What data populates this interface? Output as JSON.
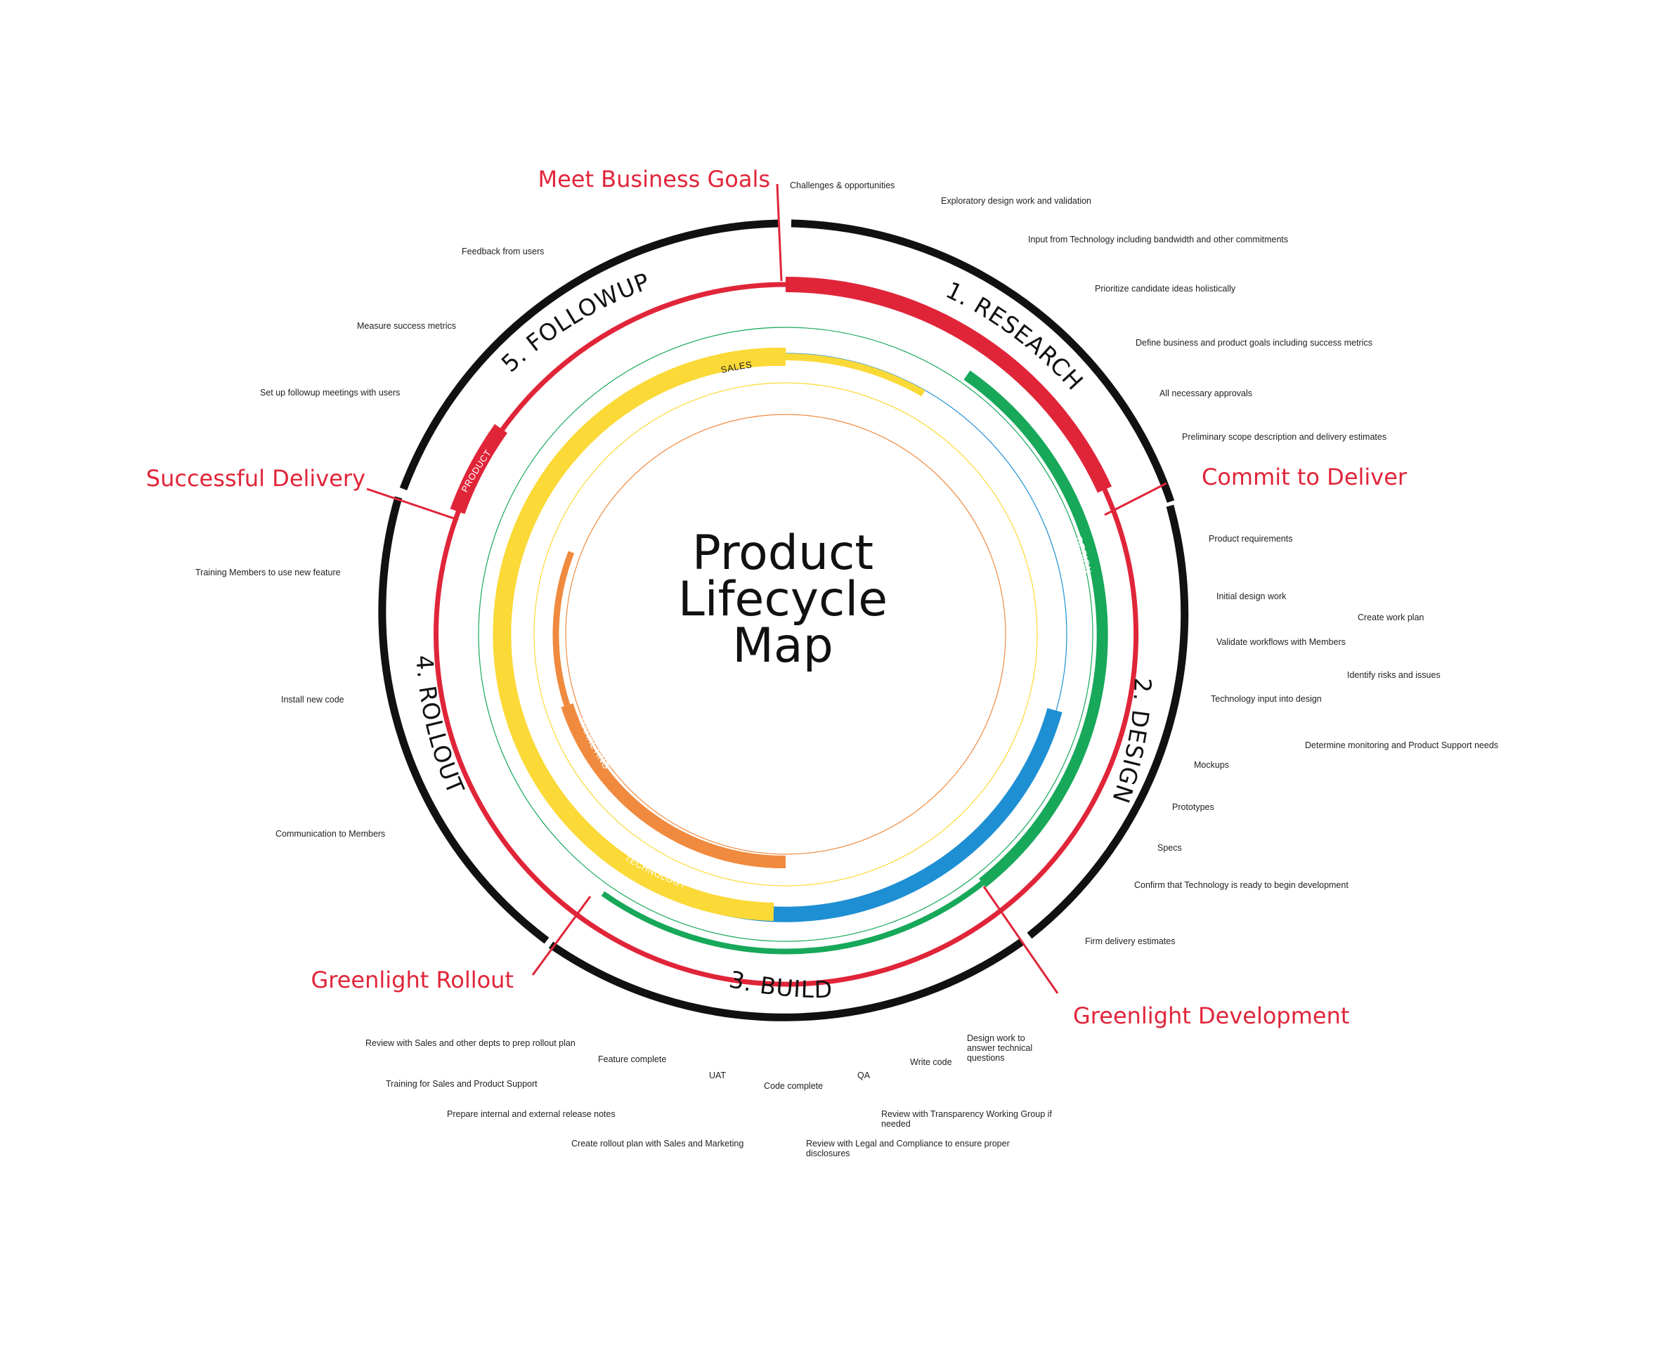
{
  "title": [
    "Product",
    "Lifecycle",
    "Map"
  ],
  "colors": {
    "phase_ring": "#111111",
    "product": "#e02539",
    "design": "#17a85a",
    "technology": "#1e8fd3",
    "sales": "#fbd937",
    "marketing": "#f08a3e",
    "milestone_text": "#e02539"
  },
  "phases": [
    {
      "label": "1. RESEARCH"
    },
    {
      "label": "2. DESIGN"
    },
    {
      "label": "3. BUILD"
    },
    {
      "label": "4. ROLLOUT"
    },
    {
      "label": "5. FOLLOWUP"
    }
  ],
  "milestones": [
    {
      "label": "Meet Business Goals"
    },
    {
      "label": "Commit to Deliver"
    },
    {
      "label": "Greenlight Development"
    },
    {
      "label": "Greenlight Rollout"
    },
    {
      "label": "Successful Delivery"
    }
  ],
  "bands": {
    "product": "PRODUCT",
    "design": "DESIGN",
    "technology": "TECHNOLOGY",
    "sales": "SALES",
    "marketing": "MARKETING"
  },
  "tasks": {
    "research": [
      "Challenges & opportunities",
      "Exploratory design work and validation",
      "Input from Technology including bandwidth and other commitments",
      "Prioritize candidate ideas holistically",
      "Define business and product goals including success metrics",
      "All necessary approvals",
      "Preliminary scope description and delivery estimates"
    ],
    "design": [
      "Product requirements",
      "Initial design work",
      "Create work plan",
      "Validate workflows with Members",
      "Identify risks and issues",
      "Technology input into design",
      "Determine monitoring and Product Support needs",
      "Mockups",
      "Prototypes",
      "Specs",
      "Confirm that Technology is ready to begin development",
      "Firm delivery estimates"
    ],
    "build_right": [
      [
        "Design work to",
        "answer technical",
        "questions"
      ],
      [
        "Write code"
      ],
      [
        "QA"
      ],
      [
        "Code complete"
      ],
      [
        "Review with Transparency Working Group if",
        "needed"
      ],
      [
        "Review with Legal and Compliance to ensure proper",
        "disclosures"
      ]
    ],
    "build_left": [
      "Review with Sales and other depts to prep rollout plan",
      "Feature complete",
      "UAT",
      "Training for Sales and Product Support",
      "Prepare internal and external release notes",
      "Create rollout plan with Sales and Marketing"
    ],
    "rollout": [
      "Training Members to use new feature",
      "Install new code",
      "Communication to Members"
    ],
    "followup": [
      "Feedback from users",
      "Measure success metrics",
      "Set up followup meetings with users"
    ]
  }
}
